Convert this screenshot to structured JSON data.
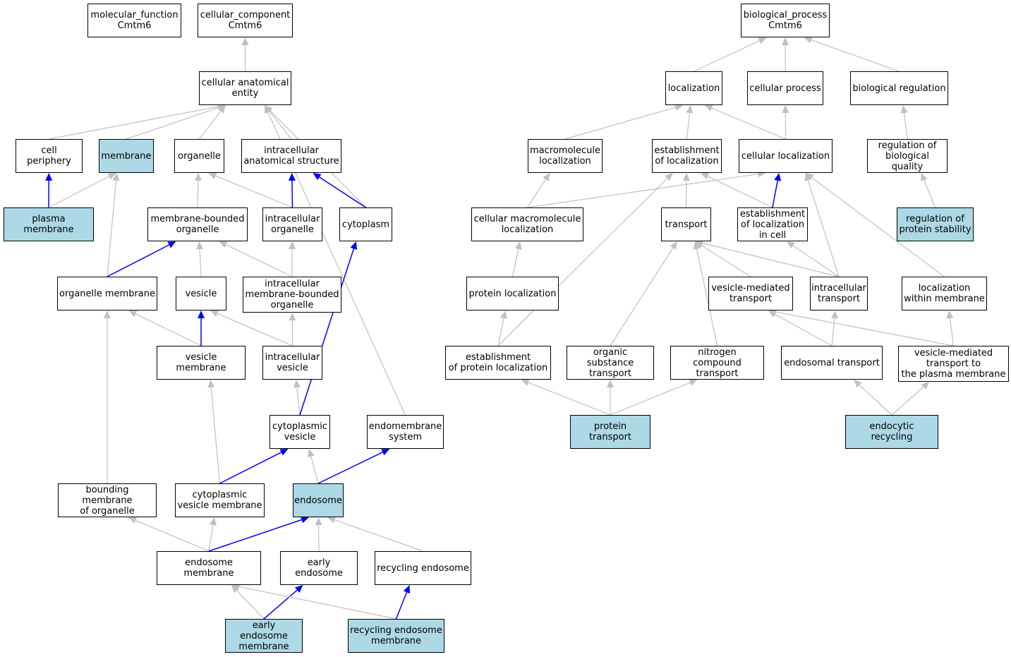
{
  "colors": {
    "highlight": "#add8e6",
    "direct_edge": "#0000ff",
    "inferred_edge": "#c0c0c0",
    "border": "#000000"
  },
  "nodes": {
    "mf": {
      "label": "molecular_function\nCmtm6"
    },
    "cc": {
      "label": "cellular_component\nCmtm6"
    },
    "bp": {
      "label": "biological_process\nCmtm6"
    },
    "cae": {
      "label": "cellular anatomical\nentity"
    },
    "cper": {
      "label": "cell periphery"
    },
    "mem": {
      "label": "membrane",
      "highlight": true
    },
    "org": {
      "label": "organelle"
    },
    "ias": {
      "label": "intracellular\nanatomical structure"
    },
    "pm": {
      "label": "plasma membrane",
      "highlight": true
    },
    "mbo": {
      "label": "membrane-bounded\norganelle"
    },
    "io": {
      "label": "intracellular\norganelle"
    },
    "cyto": {
      "label": "cytoplasm"
    },
    "om": {
      "label": "organelle membrane"
    },
    "ves": {
      "label": "vesicle"
    },
    "imbo": {
      "label": "intracellular\nmembrane-bounded\norganelle"
    },
    "vm": {
      "label": "vesicle membrane"
    },
    "iv": {
      "label": "intracellular\nvesicle"
    },
    "cv": {
      "label": "cytoplasmic\nvesicle"
    },
    "ems": {
      "label": "endomembrane\nsystem"
    },
    "bmo": {
      "label": "bounding membrane\nof organelle"
    },
    "cvm": {
      "label": "cytoplasmic\nvesicle membrane"
    },
    "endo": {
      "label": "endosome",
      "highlight": true
    },
    "em": {
      "label": "endosome membrane"
    },
    "ee": {
      "label": "early endosome"
    },
    "re": {
      "label": "recycling endosome"
    },
    "eem": {
      "label": "early endosome\nmembrane",
      "highlight": true
    },
    "rem": {
      "label": "recycling endosome\nmembrane",
      "highlight": true
    },
    "loc": {
      "label": "localization"
    },
    "cp": {
      "label": "cellular process"
    },
    "breg": {
      "label": "biological regulation"
    },
    "mloc": {
      "label": "macromolecule\nlocalization"
    },
    "eloc": {
      "label": "establishment\nof localization"
    },
    "cloc": {
      "label": "cellular localization"
    },
    "rbq": {
      "label": "regulation of\nbiological quality"
    },
    "cmloc": {
      "label": "cellular macromolecule\nlocalization"
    },
    "trans": {
      "label": "transport"
    },
    "elic": {
      "label": "establishment\nof localization\nin cell"
    },
    "rps": {
      "label": "regulation of\nprotein stability",
      "highlight": true
    },
    "ploc": {
      "label": "protein localization"
    },
    "vmt": {
      "label": "vesicle-mediated\ntransport"
    },
    "it": {
      "label": "intracellular\ntransport"
    },
    "lwm": {
      "label": "localization\nwithin membrane"
    },
    "eploc": {
      "label": "establishment\nof protein localization"
    },
    "ost": {
      "label": "organic substance\ntransport"
    },
    "nct": {
      "label": "nitrogen compound\ntransport"
    },
    "endt": {
      "label": "endosomal transport"
    },
    "vmtpm": {
      "label": "vesicle-mediated\ntransport to\nthe plasma membrane"
    },
    "pt": {
      "label": "protein transport",
      "highlight": true
    },
    "er": {
      "label": "endocytic recycling",
      "highlight": true
    }
  },
  "edges": [
    {
      "from": "cae",
      "to": "cc",
      "type": "is_a"
    },
    {
      "from": "cper",
      "to": "cae",
      "type": "is_a"
    },
    {
      "from": "mem",
      "to": "cae",
      "type": "is_a"
    },
    {
      "from": "org",
      "to": "cae",
      "type": "is_a"
    },
    {
      "from": "ias",
      "to": "cae",
      "type": "is_a"
    },
    {
      "from": "cyto",
      "to": "cae",
      "type": "is_a"
    },
    {
      "from": "ems",
      "to": "cae",
      "type": "is_a"
    },
    {
      "from": "pm",
      "to": "cper",
      "type": "direct"
    },
    {
      "from": "pm",
      "to": "mem",
      "type": "is_a"
    },
    {
      "from": "mbo",
      "to": "org",
      "type": "is_a"
    },
    {
      "from": "io",
      "to": "org",
      "type": "is_a"
    },
    {
      "from": "io",
      "to": "ias",
      "type": "direct"
    },
    {
      "from": "cyto",
      "to": "ias",
      "type": "direct"
    },
    {
      "from": "om",
      "to": "mem",
      "type": "is_a"
    },
    {
      "from": "om",
      "to": "mbo",
      "type": "direct"
    },
    {
      "from": "ves",
      "to": "mbo",
      "type": "is_a"
    },
    {
      "from": "imbo",
      "to": "mbo",
      "type": "is_a"
    },
    {
      "from": "imbo",
      "to": "io",
      "type": "is_a"
    },
    {
      "from": "vm",
      "to": "om",
      "type": "is_a"
    },
    {
      "from": "vm",
      "to": "ves",
      "type": "direct"
    },
    {
      "from": "iv",
      "to": "ves",
      "type": "is_a"
    },
    {
      "from": "iv",
      "to": "imbo",
      "type": "is_a"
    },
    {
      "from": "cv",
      "to": "iv",
      "type": "is_a"
    },
    {
      "from": "cv",
      "to": "cyto",
      "type": "direct"
    },
    {
      "from": "bmo",
      "to": "om",
      "type": "is_a"
    },
    {
      "from": "cvm",
      "to": "vm",
      "type": "is_a"
    },
    {
      "from": "cvm",
      "to": "cv",
      "type": "direct"
    },
    {
      "from": "endo",
      "to": "cv",
      "type": "is_a"
    },
    {
      "from": "endo",
      "to": "ems",
      "type": "direct"
    },
    {
      "from": "em",
      "to": "bmo",
      "type": "is_a"
    },
    {
      "from": "em",
      "to": "cvm",
      "type": "is_a"
    },
    {
      "from": "em",
      "to": "endo",
      "type": "direct"
    },
    {
      "from": "ee",
      "to": "endo",
      "type": "is_a"
    },
    {
      "from": "re",
      "to": "endo",
      "type": "is_a"
    },
    {
      "from": "eem",
      "to": "em",
      "type": "is_a"
    },
    {
      "from": "eem",
      "to": "ee",
      "type": "direct"
    },
    {
      "from": "rem",
      "to": "em",
      "type": "is_a"
    },
    {
      "from": "rem",
      "to": "re",
      "type": "direct"
    },
    {
      "from": "loc",
      "to": "bp",
      "type": "is_a"
    },
    {
      "from": "cp",
      "to": "bp",
      "type": "is_a"
    },
    {
      "from": "breg",
      "to": "bp",
      "type": "is_a"
    },
    {
      "from": "mloc",
      "to": "loc",
      "type": "is_a"
    },
    {
      "from": "eloc",
      "to": "loc",
      "type": "is_a"
    },
    {
      "from": "cloc",
      "to": "loc",
      "type": "is_a"
    },
    {
      "from": "cloc",
      "to": "cp",
      "type": "is_a"
    },
    {
      "from": "rbq",
      "to": "breg",
      "type": "is_a"
    },
    {
      "from": "cmloc",
      "to": "mloc",
      "type": "is_a"
    },
    {
      "from": "cmloc",
      "to": "cloc",
      "type": "is_a"
    },
    {
      "from": "trans",
      "to": "eloc",
      "type": "is_a"
    },
    {
      "from": "elic",
      "to": "eloc",
      "type": "is_a"
    },
    {
      "from": "elic",
      "to": "cloc",
      "type": "direct"
    },
    {
      "from": "rps",
      "to": "rbq",
      "type": "is_a"
    },
    {
      "from": "ploc",
      "to": "cmloc",
      "type": "is_a"
    },
    {
      "from": "vmt",
      "to": "trans",
      "type": "is_a"
    },
    {
      "from": "it",
      "to": "trans",
      "type": "is_a"
    },
    {
      "from": "it",
      "to": "elic",
      "type": "is_a"
    },
    {
      "from": "it",
      "to": "cloc",
      "type": "is_a"
    },
    {
      "from": "lwm",
      "to": "cloc",
      "type": "is_a"
    },
    {
      "from": "eploc",
      "to": "ploc",
      "type": "is_a"
    },
    {
      "from": "eploc",
      "to": "eloc",
      "type": "is_a"
    },
    {
      "from": "ost",
      "to": "trans",
      "type": "is_a"
    },
    {
      "from": "nct",
      "to": "trans",
      "type": "is_a"
    },
    {
      "from": "endt",
      "to": "vmt",
      "type": "is_a"
    },
    {
      "from": "endt",
      "to": "it",
      "type": "is_a"
    },
    {
      "from": "vmtpm",
      "to": "vmt",
      "type": "is_a"
    },
    {
      "from": "vmtpm",
      "to": "lwm",
      "type": "is_a"
    },
    {
      "from": "pt",
      "to": "eploc",
      "type": "is_a"
    },
    {
      "from": "pt",
      "to": "ost",
      "type": "is_a"
    },
    {
      "from": "pt",
      "to": "nct",
      "type": "is_a"
    },
    {
      "from": "er",
      "to": "endt",
      "type": "is_a"
    },
    {
      "from": "er",
      "to": "vmtpm",
      "type": "is_a"
    }
  ]
}
